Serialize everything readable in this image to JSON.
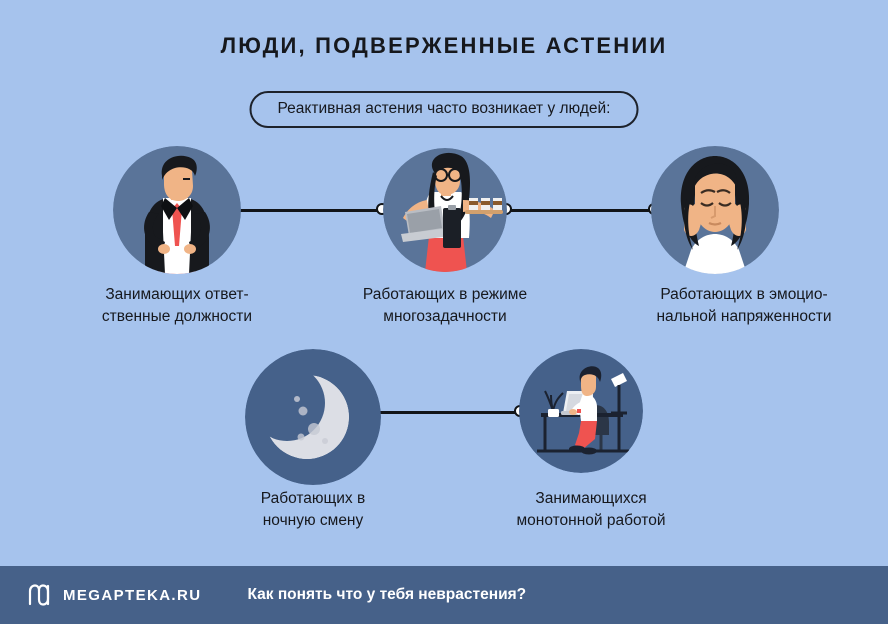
{
  "theme": {
    "background": "#a6c3ed",
    "text": "#16181d",
    "line": "#111418",
    "footer_bg": "#466189",
    "footer_text": "#ffffff",
    "circle_light": "#5a7499",
    "circle_dark": "#45618a",
    "accent_red": "#ef5350"
  },
  "header": {
    "title": "ЛЮДИ, ПОДВЕРЖЕННЫЕ АСТЕНИИ",
    "subtitle": "Реактивная астения часто возникает у людей:"
  },
  "nodes": [
    {
      "id": "responsible-positions",
      "icon": "businessman-icon",
      "caption": "Занимающих ответ-\nственные должности"
    },
    {
      "id": "multitasking",
      "icon": "multitasking-woman-icon",
      "caption": "Работающих в режиме\nмногозадачности"
    },
    {
      "id": "emotional-tension",
      "icon": "stressed-woman-icon",
      "caption": "Работающих в эмоцио-\nнальной напряженности"
    },
    {
      "id": "night-shift",
      "icon": "crescent-moon-icon",
      "caption": "Работающих в\nночную смену"
    },
    {
      "id": "monotonous-work",
      "icon": "desk-worker-icon",
      "caption": "Занимающихся\nмонотонной работой"
    }
  ],
  "footer": {
    "logo_name": "MEGAPTEKA.RU",
    "tagline": "Как понять что у тебя неврастения?"
  }
}
